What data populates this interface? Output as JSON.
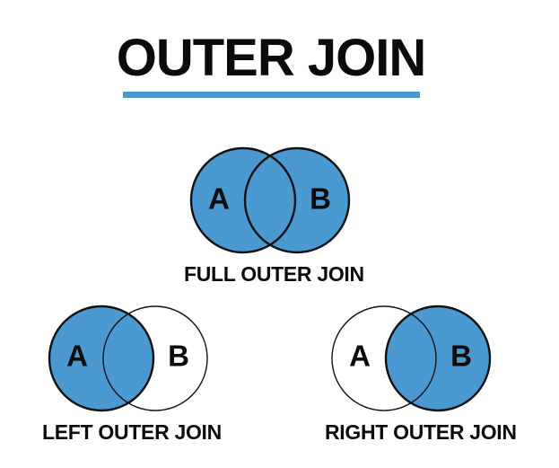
{
  "page": {
    "title": "OUTER JOIN",
    "background": "#ffffff",
    "accent_color": "#4a9ad1",
    "outline_color": "#111111",
    "text_color": "#0b0b0b"
  },
  "diagrams": [
    {
      "caption": "FULL OUTER JOIN",
      "left_label": "A",
      "right_label": "B",
      "left_filled": true,
      "right_filled": true
    },
    {
      "caption": "LEFT OUTER JOIN",
      "left_label": "A",
      "right_label": "B",
      "left_filled": true,
      "right_filled": false
    },
    {
      "caption": "RIGHT OUTER JOIN",
      "left_label": "A",
      "right_label": "B",
      "left_filled": false,
      "right_filled": true
    }
  ]
}
